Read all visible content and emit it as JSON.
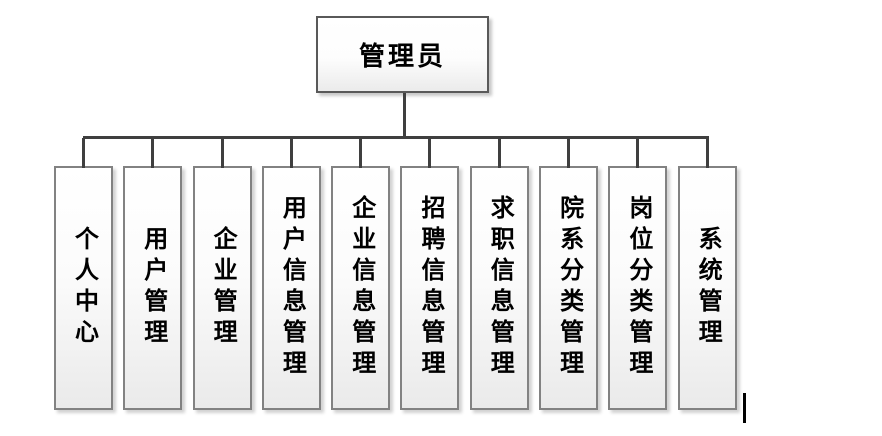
{
  "diagram": {
    "type": "org-chart",
    "root": {
      "label": "管理员"
    },
    "children": [
      {
        "label": "个人中心"
      },
      {
        "label": "用户管理"
      },
      {
        "label": "企业管理"
      },
      {
        "label": "用户信息管理"
      },
      {
        "label": "企业信息管理"
      },
      {
        "label": "招聘信息管理"
      },
      {
        "label": "求职信息管理"
      },
      {
        "label": "院系分类管理"
      },
      {
        "label": "岗位分类管理"
      },
      {
        "label": "系统管理"
      }
    ],
    "colors": {
      "background": "#ffffff",
      "connector_line": "#3f3f3f",
      "root_border": "#595959",
      "child_border": "#828282",
      "box_fill_top": "#ffffff",
      "box_fill_bottom": "#eaeaea",
      "text": "#000000"
    }
  }
}
